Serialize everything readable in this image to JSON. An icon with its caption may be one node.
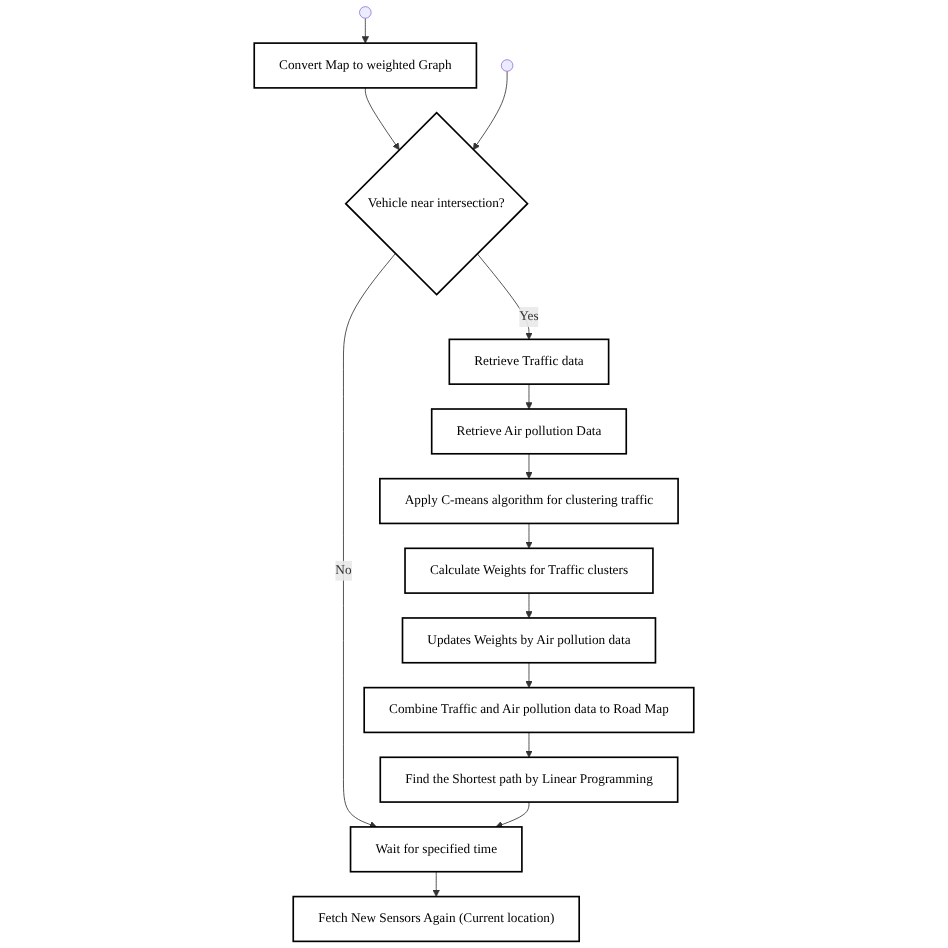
{
  "diagram": {
    "nodes": [
      {
        "text": [
          "Convert Map to weighted Graph"
        ]
      },
      {
        "text": [
          "Vehicle near intersection?"
        ]
      },
      {
        "text": [
          "Retrieve Traffic data"
        ]
      },
      {
        "text": [
          "Retrieve Air pollution Data"
        ]
      },
      {
        "text": [
          "Apply C-means algorithm for clustering traffic"
        ]
      },
      {
        "text": [
          "Calculate Weights for Traffic clusters"
        ]
      },
      {
        "text": [
          "Updates Weights by Air pollution data"
        ]
      },
      {
        "text": [
          "Combine Traffic and Air pollution data to Road Map"
        ]
      },
      {
        "text": [
          "Find the Shortest path by Linear Programming"
        ]
      },
      {
        "text": [
          "Wait for specified time"
        ]
      },
      {
        "text": [
          "Fetch New Sensors Again (Current location)"
        ]
      }
    ],
    "edges": [
      {
        "from": null,
        "to": 0,
        "arrow": "to"
      },
      {
        "from": 0,
        "to": 1,
        "arrow": "to"
      },
      {
        "from": 1,
        "to": 2,
        "arrow": "to",
        "label": "Yes"
      },
      {
        "from": 1,
        "to": 9,
        "arrow": "to",
        "label": "No"
      },
      {
        "from": 2,
        "to": 3,
        "arrow": "to"
      },
      {
        "from": 3,
        "to": 4,
        "arrow": "to"
      },
      {
        "from": 4,
        "to": 5,
        "arrow": "to"
      },
      {
        "from": 5,
        "to": 6,
        "arrow": "to"
      },
      {
        "from": 6,
        "to": 7,
        "arrow": "to"
      },
      {
        "from": 7,
        "to": 8,
        "arrow": "to"
      },
      {
        "from": 8,
        "to": 9,
        "arrow": "to"
      },
      {
        "from": 9,
        "to": 10,
        "arrow": "to"
      },
      {
        "from": null,
        "to": 1,
        "arrow": "to"
      }
    ]
  }
}
